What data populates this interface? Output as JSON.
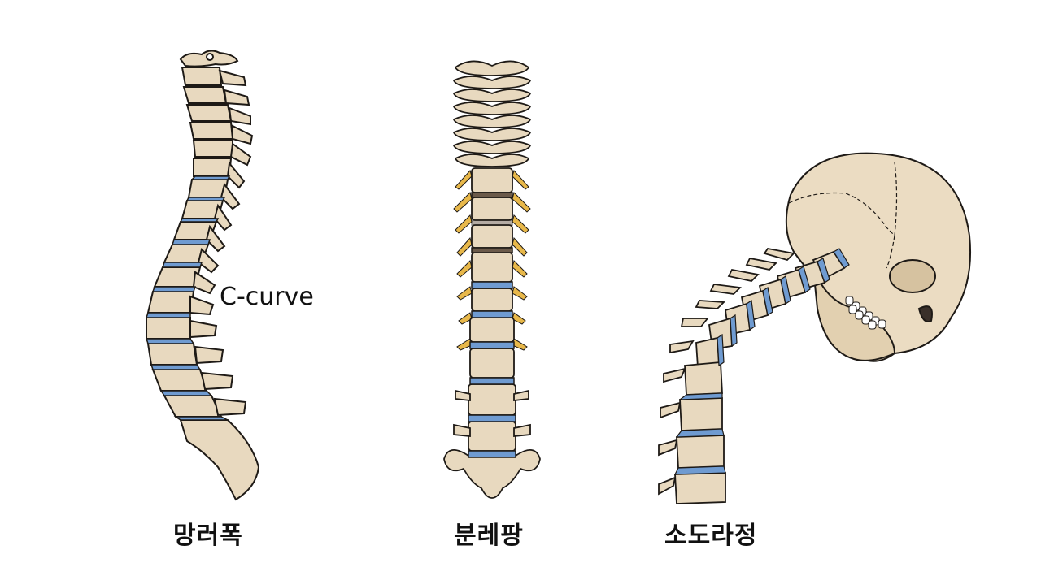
{
  "figures": [
    {
      "id": "spine-left",
      "description": "side view of spine with exaggerated curvature",
      "label": "망러폭",
      "annotation": "C-curve"
    },
    {
      "id": "spine-center",
      "description": "front view of straight spine with nerve roots",
      "label": "분레팡"
    },
    {
      "id": "spine-right",
      "description": "side view of forward-flexed spine with skull (forward head posture)",
      "label": "소도라정"
    }
  ],
  "colors": {
    "background": "#ffffff",
    "bone": "#e8d9bf",
    "bone_shade": "#d6c2a0",
    "outline": "#1e1a16",
    "disc_blue": "#6f9bd1",
    "disc_dark": "#6b5a4a",
    "nerve_yellow": "#e8b84a",
    "teeth": "#ffffff"
  }
}
